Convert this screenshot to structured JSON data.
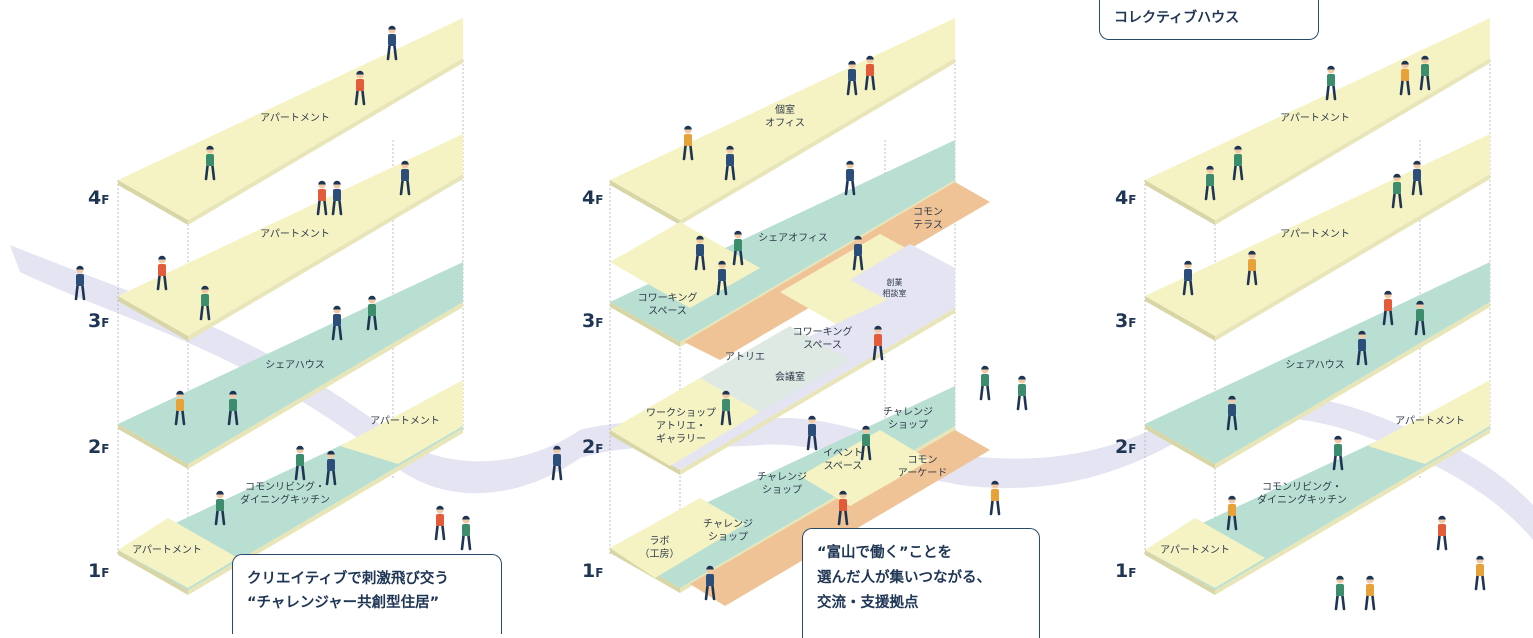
{
  "callouts": {
    "residence_line1": "クリエイティブで刺激飛び交う",
    "residence_line2": "“チャレンジャー共創型住居”",
    "hub_line1": "“富山で働く”ことを",
    "hub_line2": "選んだ人が集いつながる、",
    "hub_line3": "交流・支援拠点",
    "collective": "コレクティブハウス"
  },
  "floors": {
    "f4": "4",
    "f3": "3",
    "f2": "2",
    "f1": "1",
    "suffix": "F"
  },
  "left_building": {
    "apartment_top": "アパートメント",
    "apartment_4f": "アパートメント",
    "sharehouse": "シェアハウス",
    "apartment_2f": "アパートメント",
    "common_living": "コモンリビング・\nダイニングキッチン",
    "apartment_1f": "アパートメント"
  },
  "middle_building": {
    "private_office": "個室\nオフィス",
    "share_office": "シェアオフィス",
    "common_terrace": "コモン\nテラス",
    "coworking_3f": "コワーキング\nスペース",
    "startup_consult": "創業\n相談室",
    "coworking_mid": "コワーキング\nスペース",
    "atelier": "アトリエ",
    "meeting_room": "会議室",
    "workshop": "ワークショップ\nアトリエ・\nギャラリー",
    "challenge_shop_top": "チャレンジ\nショップ",
    "event_space": "イベント\nスペース",
    "common_arcade": "コモン\nアーケード",
    "challenge_shop_mid": "チャレンジ\nショップ",
    "challenge_shop_low": "チャレンジ\nショップ",
    "lab": "ラボ\n（工房）"
  },
  "right_building": {
    "apartment_top": "アパートメント",
    "apartment_4f": "アパートメント",
    "sharehouse": "シェアハウス",
    "apartment_2f": "アパートメント",
    "common_living": "コモンリビング・\nダイニングキッチン",
    "apartment_1f": "アパートメント"
  },
  "colors": {
    "yellow": "#f5f3c3",
    "green": "#b9dfd3",
    "orange": "#efc396",
    "path": "#e4e4f2",
    "navy": "#1f3554",
    "edge": "#b8b8a0"
  }
}
